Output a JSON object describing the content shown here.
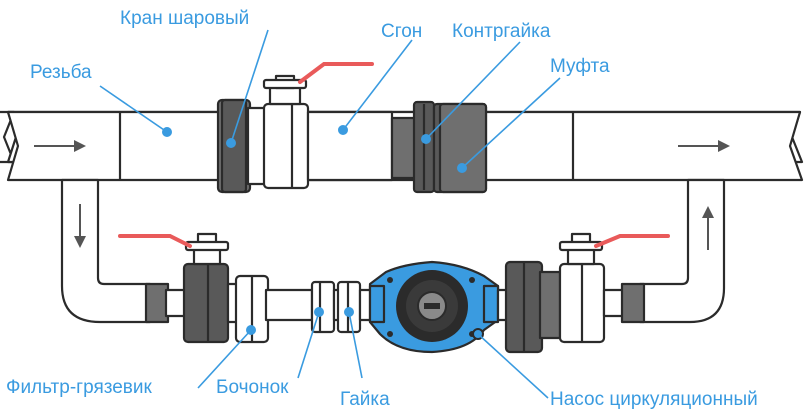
{
  "diagram": {
    "title": "Схема обвязки циркуляционного насоса",
    "labels": {
      "crane": "Кран шаровый",
      "thread": "Резьба",
      "sgon": "Сгон",
      "locknut": "Контргайка",
      "coupling": "Муфта",
      "filter": "Фильтр-грязевик",
      "barrel": "Бочонок",
      "nut": "Гайка",
      "pump": "Насос циркуляционный"
    },
    "colors": {
      "label": "#3a9be0",
      "handle": "#e95a5a",
      "pump": "#3a9be0",
      "outline": "#2b2b2b",
      "fitting": "#6f6f6f"
    },
    "flow_arrows": [
      "right",
      "down",
      "up",
      "right"
    ]
  }
}
